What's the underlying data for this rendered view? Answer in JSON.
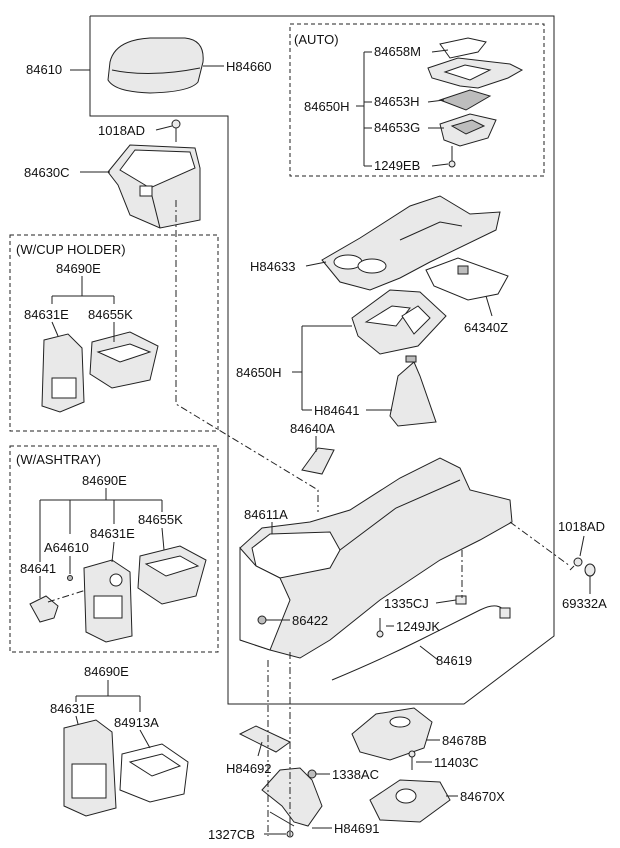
{
  "sections": {
    "auto": "(AUTO)",
    "cup_holder": "(W/CUP HOLDER)",
    "ashtray": "(W/ASHTRAY)"
  },
  "labels": {
    "p84610": "84610",
    "pH84660": "H84660",
    "p84658M": "84658M",
    "p84650H_auto": "84650H",
    "p84653H": "84653H",
    "p84653G": "84653G",
    "p1249EB": "1249EB",
    "p1018AD_top": "1018AD",
    "p84630C": "84630C",
    "pH84633": "H84633",
    "p64340Z": "64340Z",
    "p84690E_cup": "84690E",
    "p84631E_cup": "84631E",
    "p84655K_cup": "84655K",
    "p84650H": "84650H",
    "pH84641": "H84641",
    "p84640A": "84640A",
    "p84690E_ash": "84690E",
    "p84611A": "84611A",
    "p1018AD_right": "1018AD",
    "pA64610": "A64610",
    "p84631E_ash": "84631E",
    "p84655K_ash": "84655K",
    "p84641": "84641",
    "p69332A": "69332A",
    "p1335CJ": "1335CJ",
    "p1249JK": "1249JK",
    "p86422": "86422",
    "p84619": "84619",
    "p84690E_low": "84690E",
    "p84631E_low": "84631E",
    "p84913A": "84913A",
    "p84678B": "84678B",
    "pH84692": "H84692",
    "p1338AC": "1338AC",
    "p11403C": "11403C",
    "p84670X": "84670X",
    "p1327CB": "1327CB",
    "pH84691": "H84691"
  }
}
